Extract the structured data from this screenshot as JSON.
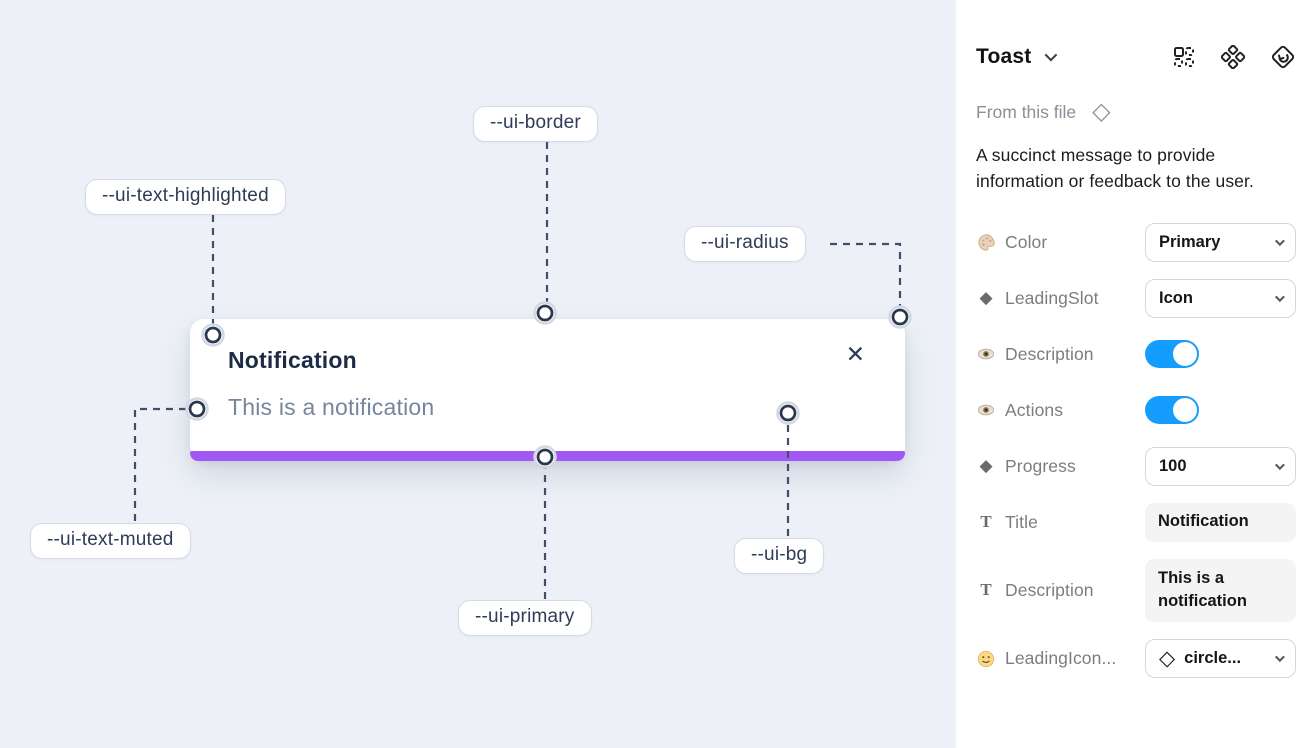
{
  "canvas": {
    "toast": {
      "title": "Notification",
      "description": "This is a notification",
      "close_glyph": "✕"
    },
    "labels": {
      "border": "--ui-border",
      "text_highlighted": "--ui-text-highlighted",
      "radius": "--ui-radius",
      "text_muted": "--ui-text-muted",
      "primary": "--ui-primary",
      "bg": "--ui-bg"
    },
    "colors": {
      "canvas_bg": "#edf1f7",
      "progress_bar_purple": "#a158f5",
      "connector_line": "#414e68"
    }
  },
  "panel": {
    "title": "Toast",
    "source_label": "From this file",
    "source_icon": "diamond-outline",
    "description": "A succinct message to provide information or feedback to the user.",
    "header_icons": [
      "component-grid-icon",
      "component-diamonds-icon",
      "return-instance-icon"
    ],
    "rows": [
      {
        "icon": "palette-icon",
        "label": "Color",
        "control": "select",
        "value": "Primary"
      },
      {
        "icon": "diamond-icon",
        "glyph": "◆",
        "label": "LeadingSlot",
        "control": "select",
        "value": "Icon"
      },
      {
        "icon": "eye-icon",
        "label": "Description",
        "control": "toggle",
        "value": "on"
      },
      {
        "icon": "eye-icon",
        "label": "Actions",
        "control": "toggle",
        "value": "on"
      },
      {
        "icon": "diamond-icon",
        "glyph": "◆",
        "label": "Progress",
        "control": "select",
        "value": "100"
      },
      {
        "icon": "text-icon",
        "glyph": "T",
        "label": "Title",
        "control": "textfield",
        "value": "Notification"
      },
      {
        "icon": "text-icon",
        "glyph": "T",
        "label": "Description",
        "control": "textfield",
        "value": "This is a notification"
      },
      {
        "icon": "smiley-icon",
        "label": "LeadingIcon...",
        "control": "select",
        "value": "circle...",
        "value_icon_glyph": "◇"
      }
    ],
    "colors": {
      "toggle_on_blue": "#149dfc",
      "label_gray": "#7d7d7d"
    }
  },
  "icons": {
    "diamond_outline": "◇",
    "diamond_filled": "◆",
    "chevron_down": "⌄",
    "close": "✕"
  }
}
